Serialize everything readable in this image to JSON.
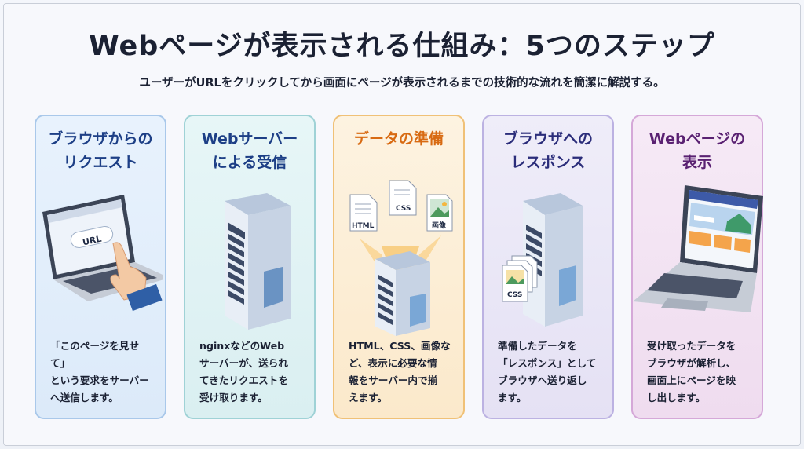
{
  "page": {
    "title": "Webページが表示される仕組み：5つのステップ",
    "subtitle": "ユーザーがURLをクリックしてから画面にページが表示されるまでの技術的な流れを簡潔に解説する。"
  },
  "steps": [
    {
      "title": "ブラウザからの\nリクエスト",
      "description": "「このページを見せて」\nという要求をサーバー\nへ送信します。",
      "illustration": "laptop-click-url-icon",
      "url_label": "URL",
      "accent": "#1d3f86"
    },
    {
      "title": "Webサーバー\nによる受信",
      "description": "nginxなどのWeb\nサーバーが、送られ\nてきたリクエストを\n受け取ります。",
      "illustration": "server-icon",
      "accent": "#1d3f86"
    },
    {
      "title": "データの準備",
      "description": "HTML、CSS、画像な\nど、表示に必要な情\n報をサーバー内で揃\nえます。",
      "illustration": "server-with-files-icon",
      "file_labels": [
        "HTML",
        "CSS",
        "画像"
      ],
      "accent": "#d86a12"
    },
    {
      "title": "ブラウザへの\nレスポンス",
      "description": "準備したデータを\n「レスポンス」として\nブラウザへ送り返し\nます。",
      "illustration": "server-send-files-icon",
      "file_label": "CSS",
      "accent": "#2b2d7a"
    },
    {
      "title": "Webページの\n表示",
      "description": "受け取ったデータを\nブラウザが解析し、\n画面上にページを映\nし出します。",
      "illustration": "laptop-webpage-icon",
      "accent": "#5a2172"
    }
  ]
}
